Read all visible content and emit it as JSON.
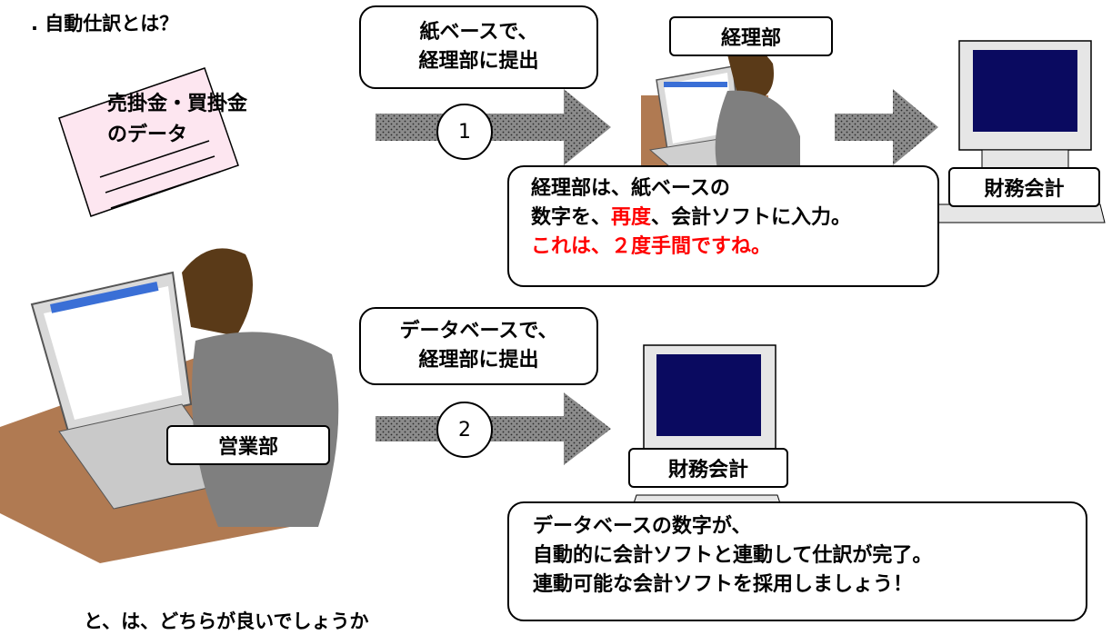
{
  "title": ". 自動仕訳とは？",
  "paper": {
    "line1": "売掛金・買掛金",
    "line2": "のデータ"
  },
  "flow1": {
    "callout": {
      "line1": "紙ベースで、",
      "line2": "経理部に提出"
    },
    "step": "1",
    "department_label": "経理部",
    "system_label": "財務会計",
    "message": {
      "line1": "経理部は、紙ベースの",
      "line2_a": "数字を、",
      "line2_b": "再度",
      "line2_c": "、会計ソフトに入力。",
      "line3": "これは、２度手間ですね。"
    }
  },
  "flow2": {
    "callout": {
      "line1": "データベースで、",
      "line2": "経理部に提出"
    },
    "step": "2",
    "department_label": "営業部",
    "system_label": "財務会計",
    "message": {
      "line1": "データベースの数字が、",
      "line2": "自動的に会計ソフトと連動して仕訳が完了。",
      "line3": "連動可能な会計ソフトを採用しましょう！"
    }
  },
  "footer_partial": "と、は、どちらが良いでしょうか",
  "colors": {
    "emphasis": "#ff0000",
    "arrow": "#808080",
    "screen": "#0a0a60"
  }
}
